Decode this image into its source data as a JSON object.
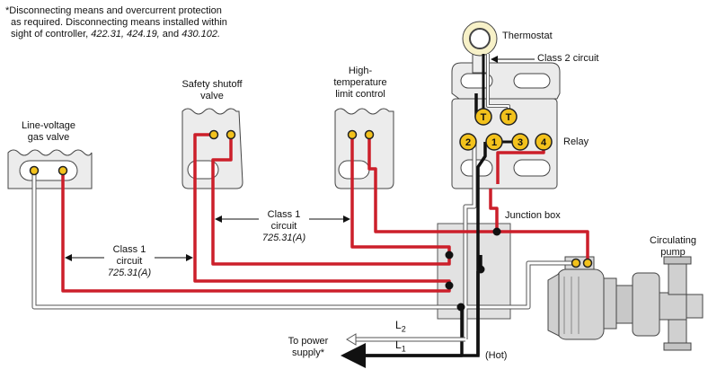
{
  "note": {
    "line1": "*Disconnecting means and overcurrent protection",
    "line2": "as required. Disconnecting means installed within",
    "line3_prefix": "sight of controller, ",
    "line3_refs": "422.31, 424.19,",
    "line3_and": " and ",
    "line3_last": "430.102."
  },
  "labels": {
    "thermostat": "Thermostat",
    "class2": "Class 2 circuit",
    "relay": "Relay",
    "junction_box": "Junction box",
    "pump_line1": "Circulating",
    "pump_line2": "pump",
    "gas_valve_line1": "Line-voltage",
    "gas_valve_line2": "gas valve",
    "shutoff_line1": "Safety shutoff",
    "shutoff_line2": "valve",
    "limit_line1": "High-",
    "limit_line2": "temperature",
    "limit_line3": "limit control",
    "class1_a_line1": "Class 1",
    "class1_a_line2": "circuit",
    "class1_a_ref": "725.31(A)",
    "class1_b_line1": "Class 1",
    "class1_b_line2": "circuit",
    "class1_b_ref": "725.31(A)",
    "l2": "L",
    "l2_sub": "2",
    "l1": "L",
    "l1_sub": "1",
    "power_line1": "To power",
    "power_line2": "supply*",
    "hot": "(Hot)"
  },
  "terminals": {
    "t1": "T",
    "t2": "T",
    "r1": "1",
    "r2": "2",
    "r3": "3",
    "r4": "4"
  },
  "colors": {
    "red_wire": "#cc1f2a",
    "white_wire": "#ffffff",
    "black_wire": "#111111",
    "terminal_yellow": "#f3c21c",
    "device_gray": "#e9e9e9",
    "box_gray": "#e2e2e2"
  }
}
